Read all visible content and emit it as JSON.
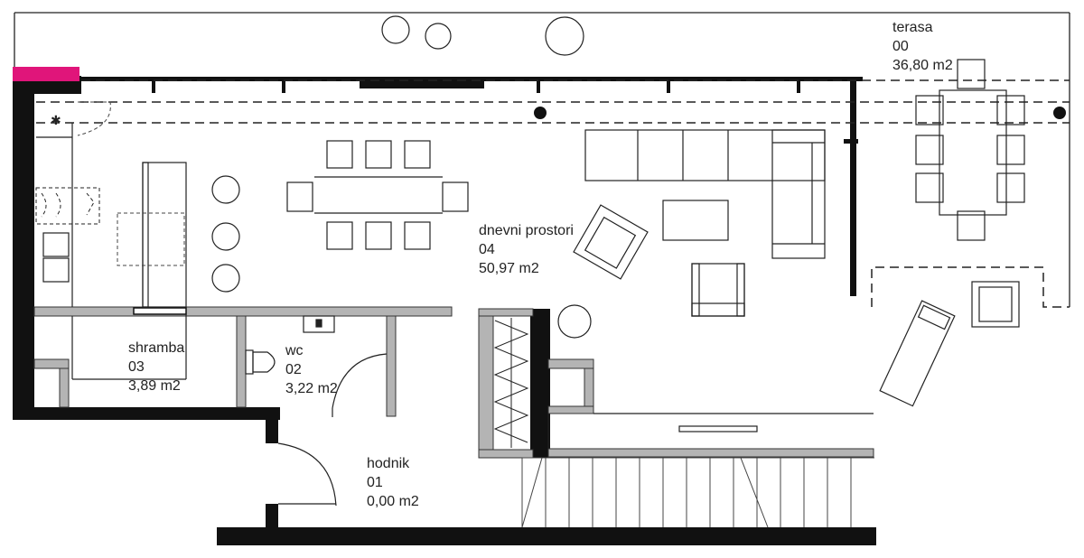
{
  "rooms": {
    "terasa": {
      "name": "terasa",
      "number": "00",
      "area": "36,80 m2"
    },
    "dnevni": {
      "name": "dnevni prostori",
      "number": "04",
      "area": "50,97 m2"
    },
    "shramba": {
      "name": "shramba",
      "number": "03",
      "area": "3,89 m2"
    },
    "wc": {
      "name": "wc",
      "number": "02",
      "area": "3,22 m2"
    },
    "hodnik": {
      "name": "hodnik",
      "number": "01",
      "area": "0,00 m2"
    }
  },
  "colors": {
    "wall": "#111111",
    "partition": "#b4b4b4",
    "accent": "#e0157a",
    "line": "#222222"
  },
  "icons": [
    "sink-icon",
    "toilet-icon",
    "stove-icon",
    "door-swing-icon",
    "column-icon",
    "tree-icon",
    "staircase-icon"
  ]
}
